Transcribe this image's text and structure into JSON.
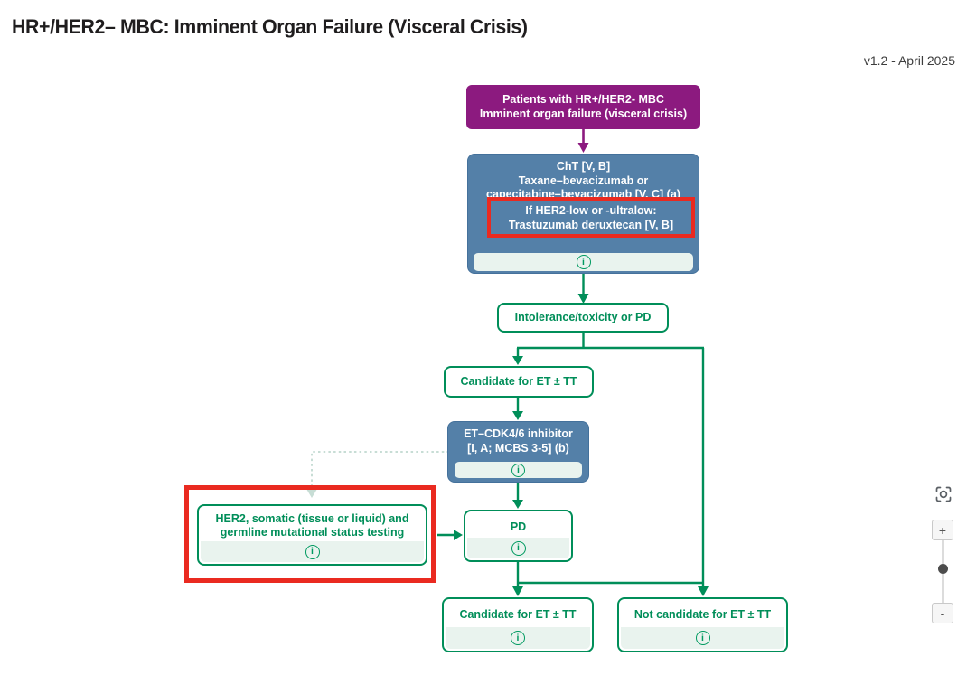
{
  "header": {
    "title": "HR+/HER2– MBC: Imminent Organ Failure (Visceral Crisis)",
    "version": "v1.2 - April 2025"
  },
  "boxes": {
    "patients": {
      "lines": [
        "Patients with HR+/HER2- MBC",
        "Imminent organ failure (visceral crisis)"
      ]
    },
    "cht": {
      "lines": [
        "ChT [V, B]",
        "Taxane–bevacizumab or",
        "capecitabine–bevacizumab [V, C] (a)"
      ],
      "highlight": [
        "If HER2-low or -ultralow:",
        "Trastuzumab deruxtecan [V, B]"
      ]
    },
    "intolerance": {
      "label": "Intolerance/toxicity or PD"
    },
    "candidate_et": {
      "label": "Candidate for ET ± TT"
    },
    "et_cdk46": {
      "lines": [
        "ET–CDK4/6 inhibitor",
        "[I, A; MCBS 3-5] (b)"
      ]
    },
    "testing": {
      "lines": [
        "HER2, somatic (tissue or liquid) and",
        "germline mutational status testing"
      ]
    },
    "pd": {
      "label": "PD"
    },
    "candidate_et_final": {
      "label": "Candidate for ET ± TT"
    },
    "not_candidate_et": {
      "label": "Not candidate for ET ± TT"
    }
  },
  "info_icon": {
    "glyph": "i"
  },
  "zoom_controls": {
    "zoom_in": "+",
    "zoom_out": "-"
  },
  "colors": {
    "flow_green": "#008e59",
    "node_blue": "#5480a8",
    "node_purple": "#8c1a7f",
    "highlight_red": "#ea2a20",
    "info_bar_bg": "#e9f3ee",
    "dotted_link": "#c7ddd5"
  }
}
